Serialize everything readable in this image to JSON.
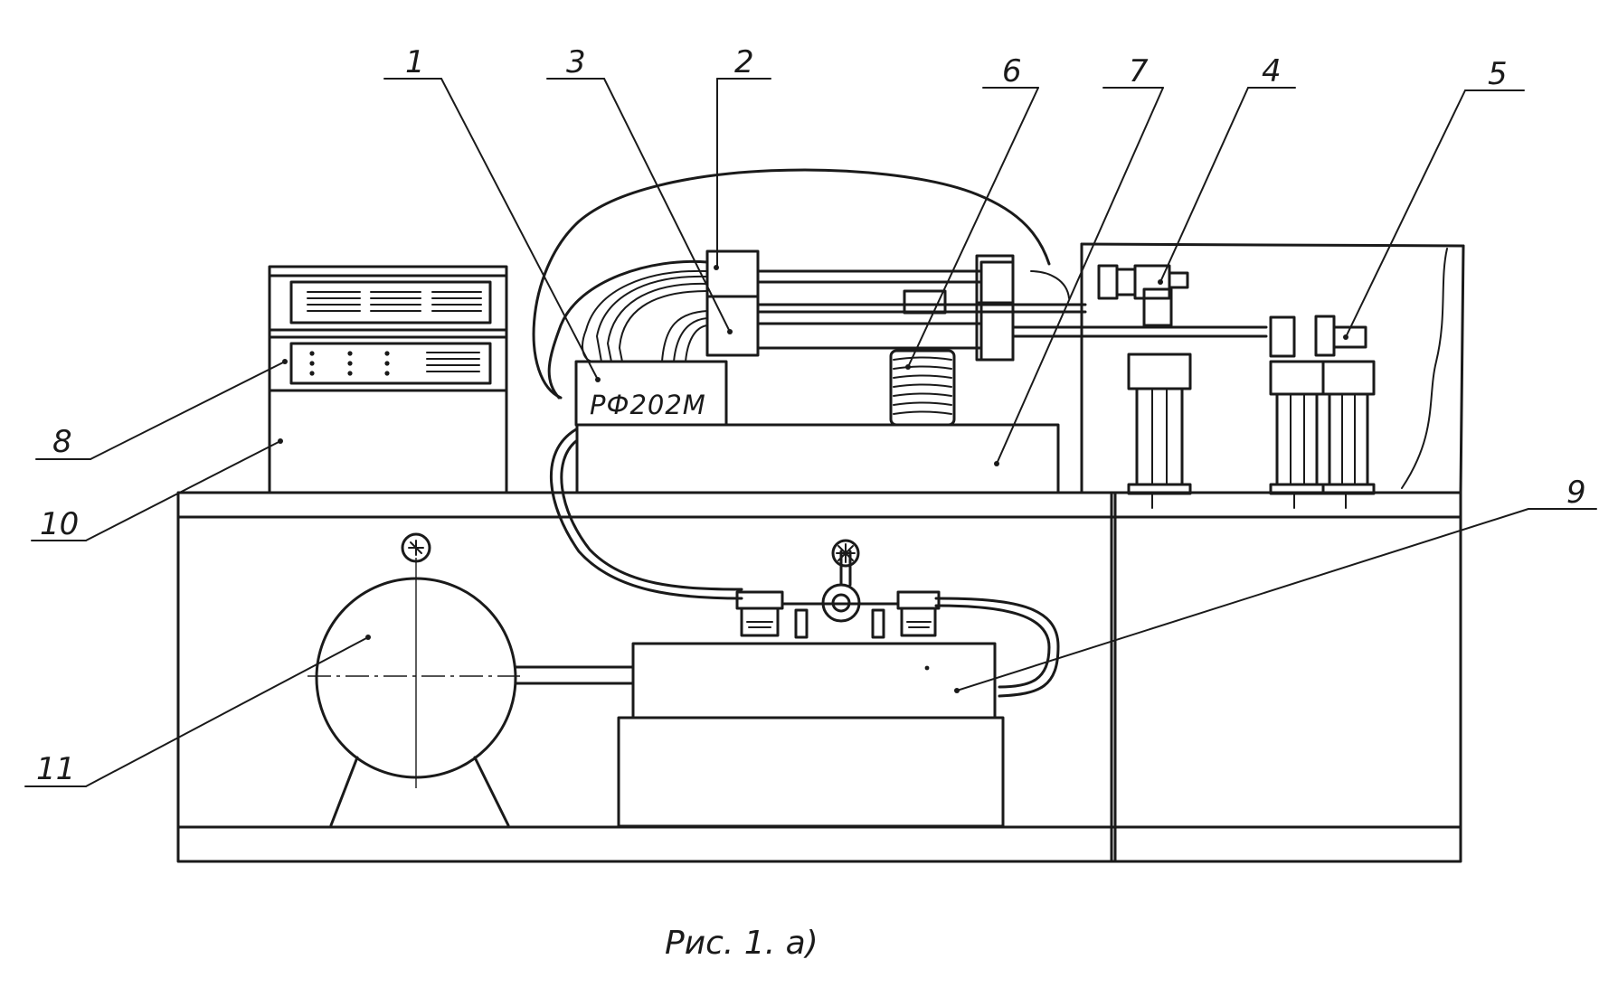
{
  "caption": "Рис. 1. а)",
  "device_label": "РФ202М",
  "callouts": [
    {
      "id": "1",
      "text": "1"
    },
    {
      "id": "2",
      "text": "2"
    },
    {
      "id": "3",
      "text": "3"
    },
    {
      "id": "4",
      "text": "4"
    },
    {
      "id": "5",
      "text": "5"
    },
    {
      "id": "6",
      "text": "6"
    },
    {
      "id": "7",
      "text": "7"
    },
    {
      "id": "8",
      "text": "8"
    },
    {
      "id": "9",
      "text": "9"
    },
    {
      "id": "10",
      "text": "10"
    },
    {
      "id": "11",
      "text": "11"
    }
  ]
}
